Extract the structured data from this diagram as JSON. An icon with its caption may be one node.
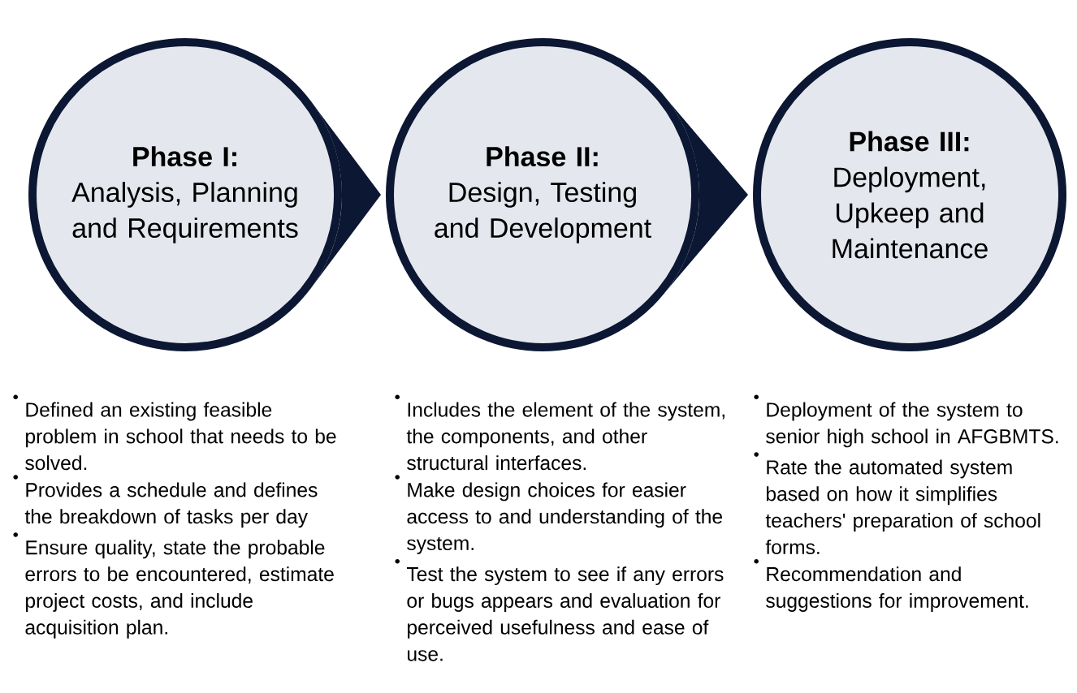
{
  "diagram": {
    "nodes": [
      {
        "text": [
          "Phase I:",
          "Analysis, Planning and Requirements"
        ],
        "beside": [
          "Defined an existing feasible problem in school that needs to be solved.",
          "Provides a schedule and defines the breakdown of tasks per day",
          "Ensure quality, state the probable errors to be encountered, estimate project costs, and include acquisition plan."
        ]
      },
      {
        "text": [
          "Phase II:",
          "Design, Testing and Development"
        ],
        "beside": [
          "Includes the element of the system, the components, and other structural interfaces.",
          "Make design choices for easier access to and understanding of the system.",
          "Test the system to see if any errors or bugs appears and evaluation for perceived usefulness and ease of use."
        ]
      },
      {
        "text": [
          "Phase III:",
          "Deployment, Upkeep and Maintenance"
        ],
        "beside": [
          "Deployment of the system to senior high school in AFGBMTS.",
          "Rate the automated system based on how it simplifies teachers' preparation of school forms.",
          "Recommendation and suggestions for improvement."
        ]
      }
    ],
    "edges": [
      {
        "from": 0,
        "to": 1,
        "arrow": "to"
      },
      {
        "from": 1,
        "to": 2,
        "arrow": "to"
      }
    ]
  }
}
